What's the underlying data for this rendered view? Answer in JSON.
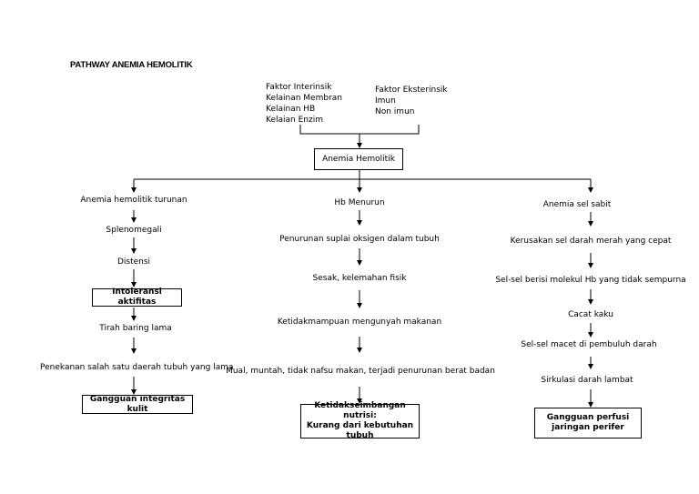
{
  "title": "PATHWAY ANEMIA HEMOLITIK",
  "factors": {
    "intrinsic": [
      "Faktor Interinsik",
      "Kelainan Membran",
      "Kelainan HB",
      "Kelaian Enzim"
    ],
    "extrinsic": [
      "Faktor Eksterinsik",
      "Imun",
      "Non imun"
    ]
  },
  "root": "Anemia Hemolitik",
  "branches": [
    {
      "nodes": [
        "Anemia hemolitik turunan",
        "Splenomegali",
        "Distensi",
        "Intoleransi aktifitas",
        "Tirah baring lama",
        "Penekanan salah satu daerah tubuh yang lama",
        "Gangguan integritas kulit"
      ]
    },
    {
      "nodes": [
        "Hb Menurun",
        "Penurunan suplai oksigen dalam tubuh",
        "Sesak, kelemahan fisik",
        "Ketidakmampuan mengunyah makanan",
        "Mual, muntah, tidak nafsu makan, terjadi penurunan berat badan",
        "Ketidakseimbangan nutrisi:\nKurang dari kebutuhan tubuh"
      ]
    },
    {
      "nodes": [
        "Anemia sel sabit",
        "Kerusakan sel darah merah yang cepat",
        "Sel-sel berisi molekul Hb yang tidak sempurna",
        "Cacat kaku",
        "Sel-sel macet di pembuluh darah",
        "Sirkulasi darah lambat",
        "Gangguan perfusi jaringan perifer"
      ]
    }
  ]
}
